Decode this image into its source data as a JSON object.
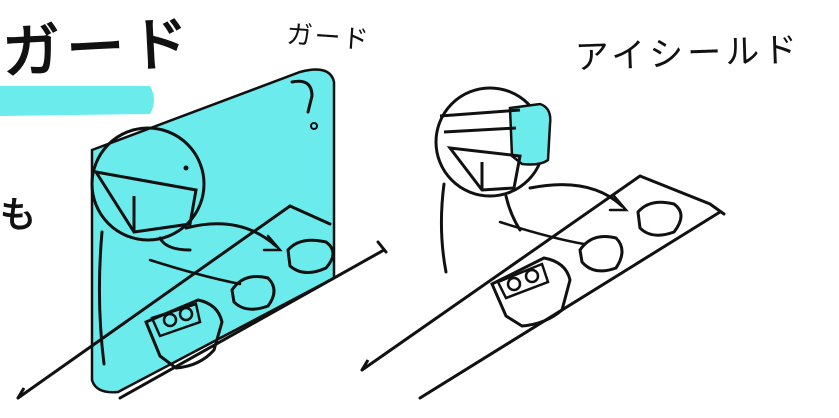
{
  "texts": {
    "heading_fragment": "ガード",
    "guard_label": "ガード",
    "eye_shield_label": "アイシールド",
    "side_char": "も"
  },
  "colors": {
    "shield_fill": "#6cebec",
    "ink": "#111111",
    "background": "#ffffff"
  }
}
